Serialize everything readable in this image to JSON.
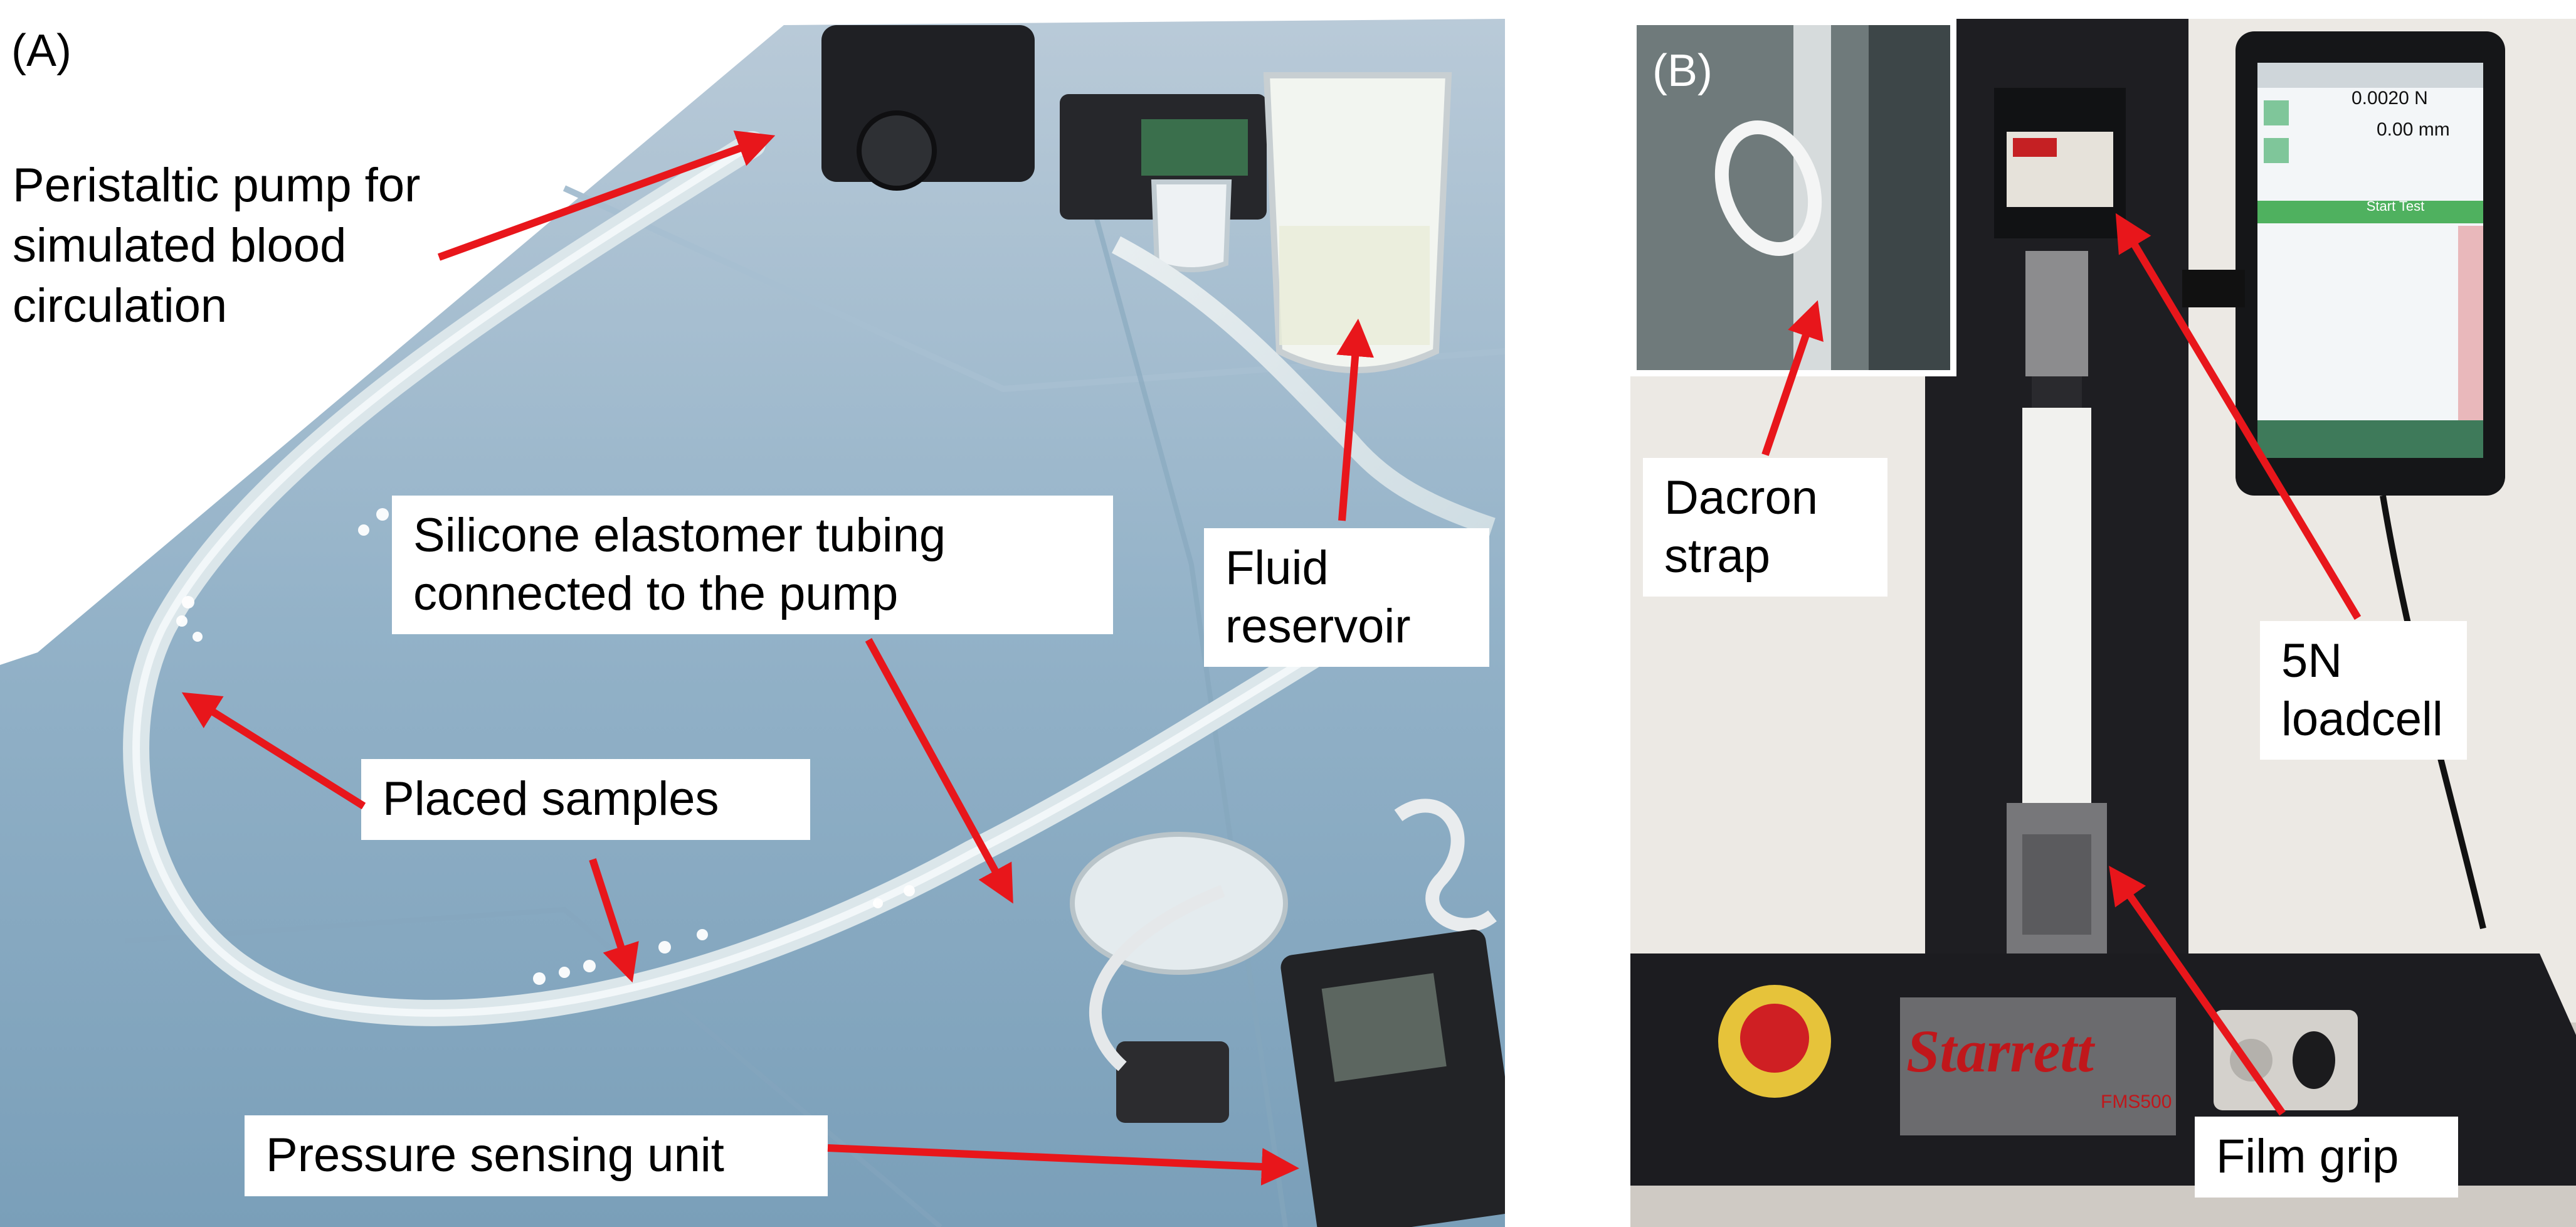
{
  "panel_a": {
    "letter": "(A)",
    "labels": {
      "peristaltic_line1": "Peristaltic pump for",
      "peristaltic_line2": "simulated blood",
      "peristaltic_line3": "circulation",
      "tubing_line1": "Silicone elastomer tubing",
      "tubing_line2": "connected to the pump",
      "reservoir_line1": "Fluid",
      "reservoir_line2": "reservoir",
      "samples": "Placed samples",
      "pressure": "Pressure sensing unit"
    }
  },
  "panel_b": {
    "letter": "(B)",
    "labels": {
      "dacron_line1": "Dacron",
      "dacron_line2": "strap",
      "loadcell_line1": "5N",
      "loadcell_line2": "loadcell",
      "film_grip": "Film grip"
    },
    "brand": "Starrett",
    "model": "FMS500",
    "screen_readout_force": "0.0020",
    "screen_readout_force_unit": "N",
    "screen_readout_disp": "0.00",
    "screen_readout_disp_unit": "mm",
    "screen_button": "Start Test"
  },
  "colors": {
    "arrow": "#e8161b",
    "drape": "#8fb0c8",
    "machine": "#1e1e22",
    "wall": "#ece9e4"
  }
}
